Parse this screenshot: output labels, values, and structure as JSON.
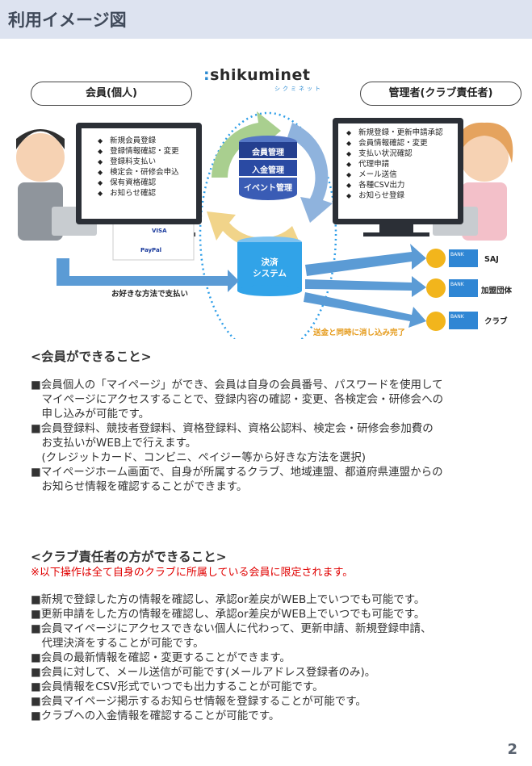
{
  "header": {
    "title": "利用イメージ図"
  },
  "diagram": {
    "logo": "shikuminet",
    "logo_kana": "シクミネット",
    "member_label": "会員(個人)",
    "admin_label": "管理者(クラブ責任者)",
    "member_items": [
      "新規会員登録",
      "登録情報確認・変更",
      "登録料支払い",
      "検定会・研修会申込",
      "保有資格確認",
      "お知らせ確認"
    ],
    "admin_items": [
      "新規登録・更新申請承認",
      "会員情報確認・変更",
      "支払い状況確認",
      "代理申請",
      "メール送信",
      "各種CSV出力",
      "お知らせ登録"
    ],
    "db_layers": [
      "会員管理",
      "入金管理",
      "イベント管理"
    ],
    "settlement": "決済\nシステム",
    "pay_caption": "お好きな方法で支払い",
    "payment_logos": [
      "VISA",
      "PayPal"
    ],
    "bank_label": "BANK",
    "bank_targets": [
      "SAJ",
      "加盟団体",
      "クラブ"
    ],
    "reconcile_note": "送金と同時に消し込み完了",
    "colors": {
      "arrow_blue": "#5b9bd5",
      "ring_green": "#a9cf8f",
      "ring_blue": "#8fb3dd",
      "ring_yellow": "#f1d48a",
      "db_blue": "#243f8f",
      "coin": "#f2b51c",
      "dot_ring": "#2e9ee8"
    }
  },
  "member_section": {
    "heading": "<会員ができること>",
    "lines": [
      "■会員個人の「マイページ」ができ、会員は自身の会員番号、パスワードを使用して",
      "　マイページにアクセスすることで、登録内容の確認・変更、各検定会・研修会への",
      "　申し込みが可能です。",
      "■会員登録料、競技者登録料、資格登録料、資格公認料、検定会・研修会参加費の",
      "　お支払いがWEB上で行えます。",
      "　(クレジットカード、コンビニ、ペイジー等から好きな方法を選択)",
      "■マイページホーム画面で、自身が所属するクラブ、地域連盟、都道府県連盟からの",
      "　お知らせ情報を確認することができます。"
    ]
  },
  "club_section": {
    "heading": "<クラブ責任者の方ができること>",
    "note": "※以下操作は全て自身のクラブに所属している会員に限定されます。",
    "lines": [
      "■新規で登録した方の情報を確認し、承認or差戻がWEB上でいつでも可能です。",
      "■更新申請をした方の情報を確認し、承認or差戻がWEB上でいつでも可能です。",
      "■会員マイページにアクセスできない個人に代わって、更新申請、新規登録申請、",
      "　代理決済をすることが可能です。",
      "■会員の最新情報を確認・変更することができます。",
      "■会員に対して、メール送信が可能です(メールアドレス登録者のみ)。",
      "■会員情報をCSV形式でいつでも出力することが可能です。",
      "■会員マイページ掲示するお知らせ情報を登録することが可能です。",
      "■クラブへの入金情報を確認することが可能です。"
    ]
  },
  "page_number": "2"
}
